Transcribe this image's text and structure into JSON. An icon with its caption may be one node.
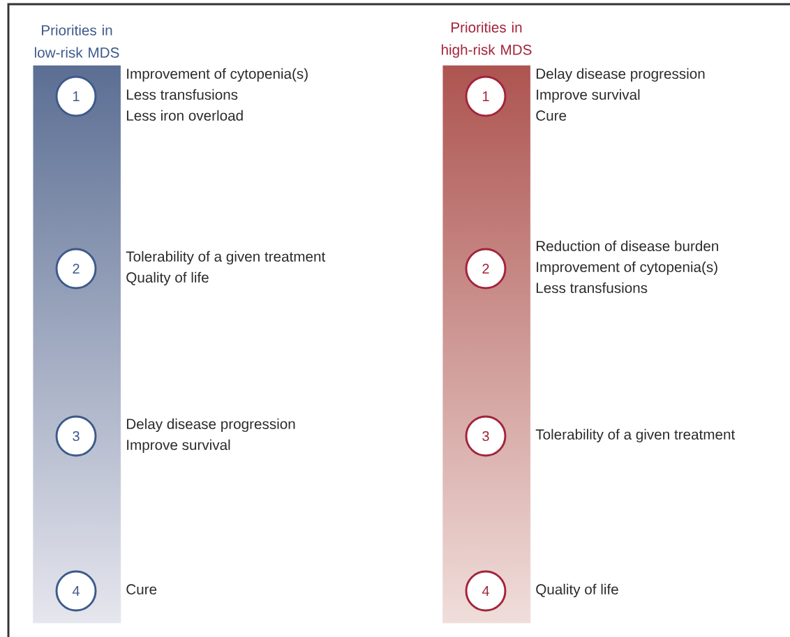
{
  "diagram": {
    "nodes": [
      {
        "text": [],
        "shape": "bar"
      },
      {
        "text": [
          "1"
        ],
        "in": 0,
        "beside": [
          "Improvement of cytopenia(s)",
          "Less transfusions",
          "Less iron overload"
        ]
      },
      {
        "text": [
          "2"
        ],
        "in": 0,
        "beside": [
          "Tolerability of a given treatment",
          "Quality of life"
        ]
      },
      {
        "text": [
          "3"
        ],
        "in": 0,
        "beside": [
          "Delay disease progression",
          "Improve survival"
        ]
      },
      {
        "text": [
          "4"
        ],
        "in": 0,
        "beside": [
          "Cure"
        ]
      },
      {
        "text": [],
        "shape": "bar"
      },
      {
        "text": [
          "1"
        ],
        "in": 5,
        "beside": [
          "Delay disease progression",
          "Improve survival",
          "Cure"
        ]
      },
      {
        "text": [
          "2"
        ],
        "in": 5,
        "beside": [
          "Reduction of disease burden",
          "Improvement of cytopenia(s)",
          "Less transfusions"
        ]
      },
      {
        "text": [
          "3"
        ],
        "in": 5,
        "beside": [
          "Tolerability of a given treatment"
        ]
      },
      {
        "text": [
          "4"
        ],
        "in": 5,
        "beside": [
          "Quality of life"
        ]
      }
    ],
    "labels": [
      "Priorities in low-risk MDS",
      "Priorities in high-risk MDS"
    ]
  }
}
